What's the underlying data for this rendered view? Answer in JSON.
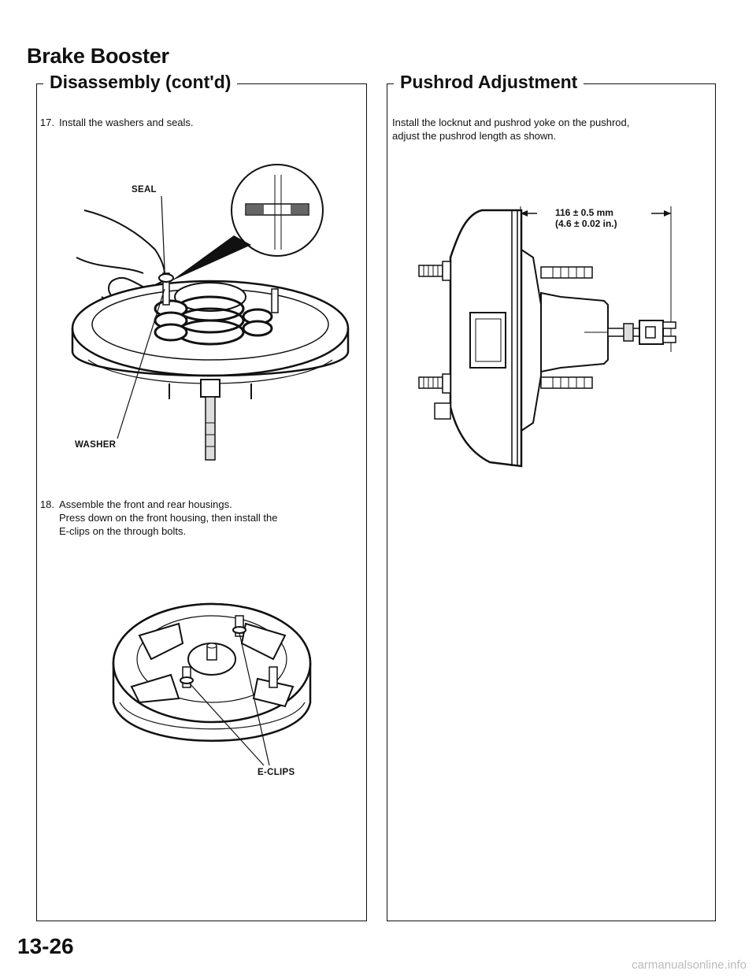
{
  "header": {
    "title": "Brake Booster"
  },
  "left_section": {
    "title": "Disassembly (cont'd)",
    "step17": {
      "number": "17.",
      "text": "Install the washers and seals."
    },
    "labels": {
      "seal": "SEAL",
      "washer": "WASHER"
    },
    "step18": {
      "number": "18.",
      "line1": "Assemble the front and rear housings.",
      "line2": "Press down on the front housing, then install the",
      "line3": "E-clips on the through bolts."
    },
    "label_eclips": "E-CLIPS"
  },
  "right_section": {
    "title": "Pushrod Adjustment",
    "line1": "Install the locknut and pushrod yoke on the pushrod,",
    "line2": "adjust the pushrod length as shown.",
    "dimension_mm": "116 ± 0.5 mm",
    "dimension_in": "(4.6 ± 0.02 in.)"
  },
  "footer": {
    "page_number": "13-26",
    "watermark": "carmanualsonline.info"
  }
}
